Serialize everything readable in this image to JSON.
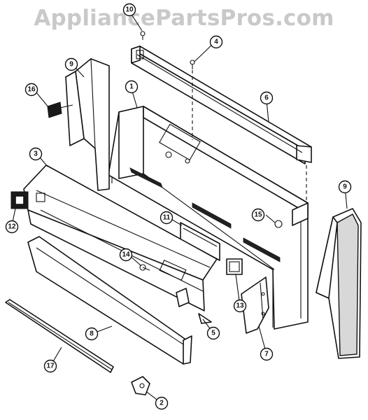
{
  "watermark": "AppliancePartsPros.com",
  "callouts": [
    {
      "id": "10",
      "label": "10"
    },
    {
      "id": "4",
      "label": "4"
    },
    {
      "id": "9a",
      "label": "9"
    },
    {
      "id": "1",
      "label": "1"
    },
    {
      "id": "6",
      "label": "6"
    },
    {
      "id": "16",
      "label": "16"
    },
    {
      "id": "3",
      "label": "3"
    },
    {
      "id": "9b",
      "label": "9"
    },
    {
      "id": "12",
      "label": "12"
    },
    {
      "id": "15",
      "label": "15"
    },
    {
      "id": "11",
      "label": "11"
    },
    {
      "id": "14",
      "label": "14"
    },
    {
      "id": "13",
      "label": "13"
    },
    {
      "id": "5",
      "label": "5"
    },
    {
      "id": "8",
      "label": "8"
    },
    {
      "id": "7",
      "label": "7"
    },
    {
      "id": "17",
      "label": "17"
    },
    {
      "id": "2",
      "label": "2"
    }
  ]
}
